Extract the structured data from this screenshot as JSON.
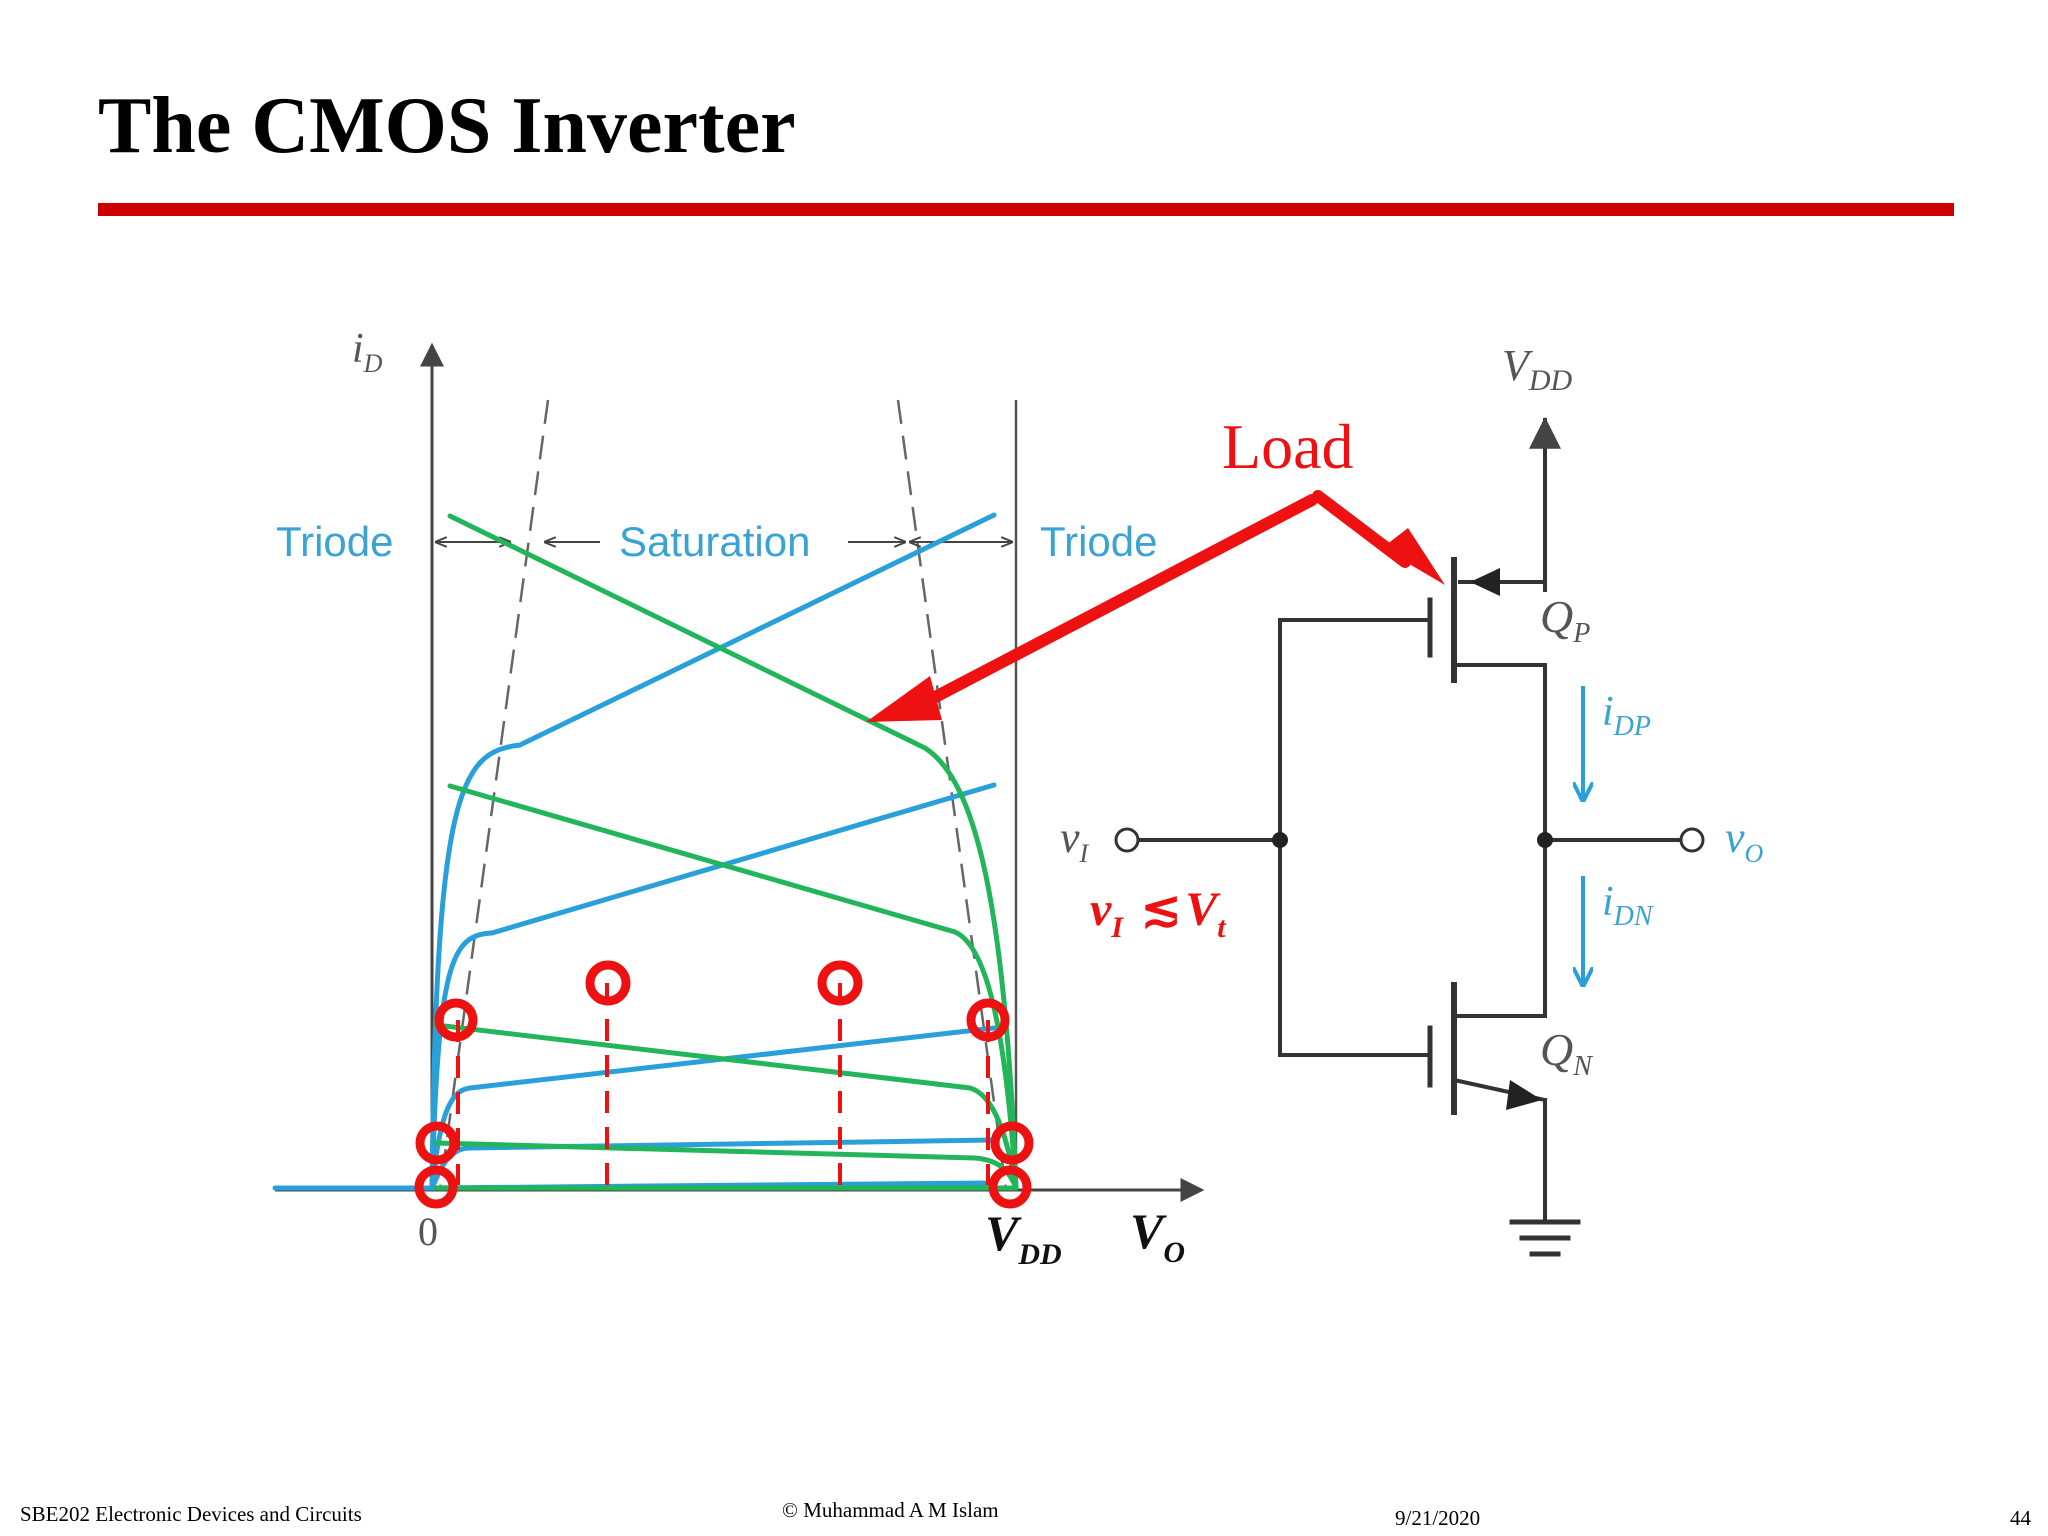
{
  "slide": {
    "title": "The CMOS Inverter"
  },
  "graph": {
    "y_axis_label": "i",
    "y_axis_sub": "D",
    "origin_label": "0",
    "vdd_label": "V",
    "vdd_sub": "DD",
    "x_axis_label": "V",
    "x_axis_sub": "O",
    "region_left": "Triode",
    "region_middle": "Saturation",
    "region_right": "Triode"
  },
  "annotation": {
    "load_label": "Load",
    "condition_v": "v",
    "condition_v_sub": "I",
    "condition_op": "≲",
    "condition_vt": "V",
    "condition_vt_sub": "t"
  },
  "circuit": {
    "vdd_label": "V",
    "vdd_sub": "DD",
    "qp_label": "Q",
    "qp_sub": "P",
    "qn_label": "Q",
    "qn_sub": "N",
    "idp_label": "i",
    "idp_sub": "DP",
    "idn_label": "i",
    "idn_sub": "DN",
    "vi_label": "v",
    "vi_sub": "I",
    "vo_label": "v",
    "vo_sub": "O"
  },
  "footer": {
    "course": "SBE202   Electronic Devices and Circuits",
    "author": "© Muhammad A M Islam",
    "date": "9/21/2020",
    "page": "44"
  },
  "colors": {
    "accent_red": "#ee1111",
    "rule_red": "#cc0000",
    "nmos_blue": "#2aa0db",
    "pmos_green": "#22b55a",
    "axis_gray": "#444444",
    "label_blue": "#3aa3d3"
  }
}
